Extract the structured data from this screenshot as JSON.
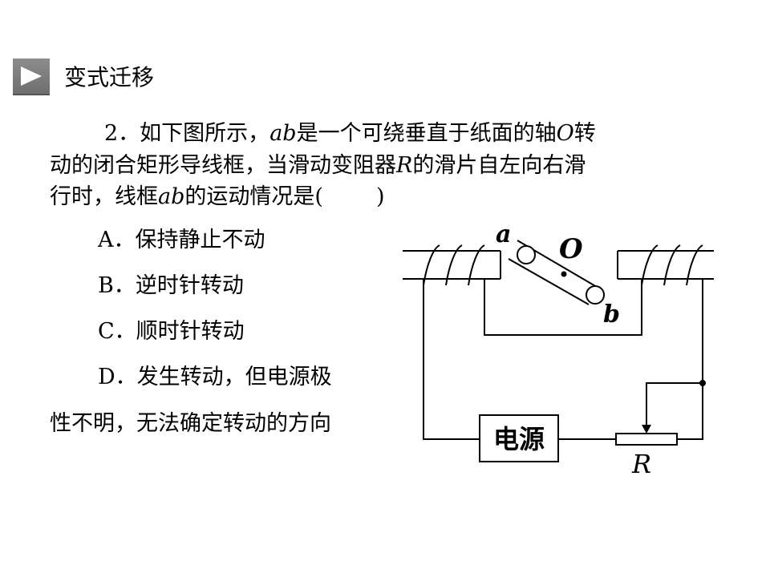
{
  "section": {
    "title": "变式迁移"
  },
  "question": {
    "number": "2",
    "line1_before_ab": "．如下图所示，",
    "ab": "ab",
    "line1_after_ab": "是一个可绕垂直于纸面的轴",
    "axis": "O",
    "line1_end": "转",
    "line2_before_R": "动的闭合矩形导线框，当滑动变阻器",
    "resistor": "R",
    "line2_after_R": "的滑片自左向右滑",
    "line3_before_ab": "行时，线框",
    "line3_after_ab": "的运动情况是(",
    "line3_end": ")"
  },
  "options": [
    {
      "text": "A．保持静止不动"
    },
    {
      "text": "B．逆时针转动"
    },
    {
      "text": "C．顺时针转动"
    },
    {
      "text": "D．发生转动，但电源极"
    },
    {
      "text": "性不明，无法确定转动的方向"
    }
  ],
  "figure": {
    "label_a": "a",
    "label_O": "O",
    "label_b": "b",
    "power_label": "电源",
    "resistor_label": "R"
  }
}
